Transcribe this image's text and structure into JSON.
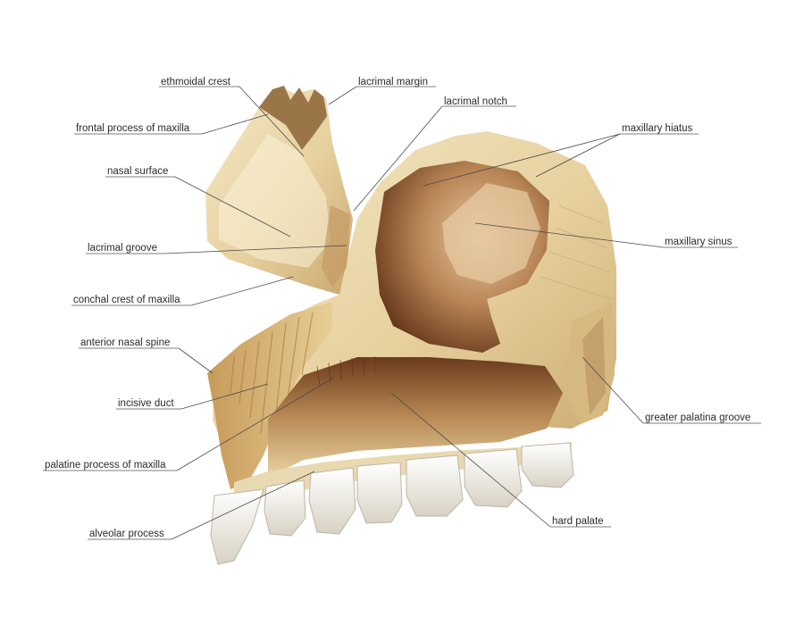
{
  "diagram": {
    "labels": {
      "ethmoidal_crest": "ethmoidal crest",
      "lacrimal_margin": "lacrimal margin",
      "lacrimal_notch": "lacrimal notch",
      "frontal_process": "frontal process of maxilla",
      "maxillary_hiatus": "maxillary hiatus",
      "nasal_surface": "nasal surface",
      "lacrimal_groove": "lacrimal groove",
      "maxillary_sinus": "maxillary sinus",
      "conchal_crest": "conchal crest of maxilla",
      "anterior_nasal_spine": "anterior nasal spine",
      "incisive_duct": "incisive duct",
      "greater_palatina_groove": "greater palatina groove",
      "palatine_process": "palatine process of maxilla",
      "hard_palate": "hard palate",
      "alveolar_process": "alveolar process"
    },
    "colors": {
      "bone_light": "#f3e6c0",
      "bone_mid": "#d9c08a",
      "bone_dark": "#8a5a30",
      "sinus_shadow": "#6e3f20",
      "tooth": "#f4f1ea",
      "leader_line": "#4a4a4a"
    }
  }
}
